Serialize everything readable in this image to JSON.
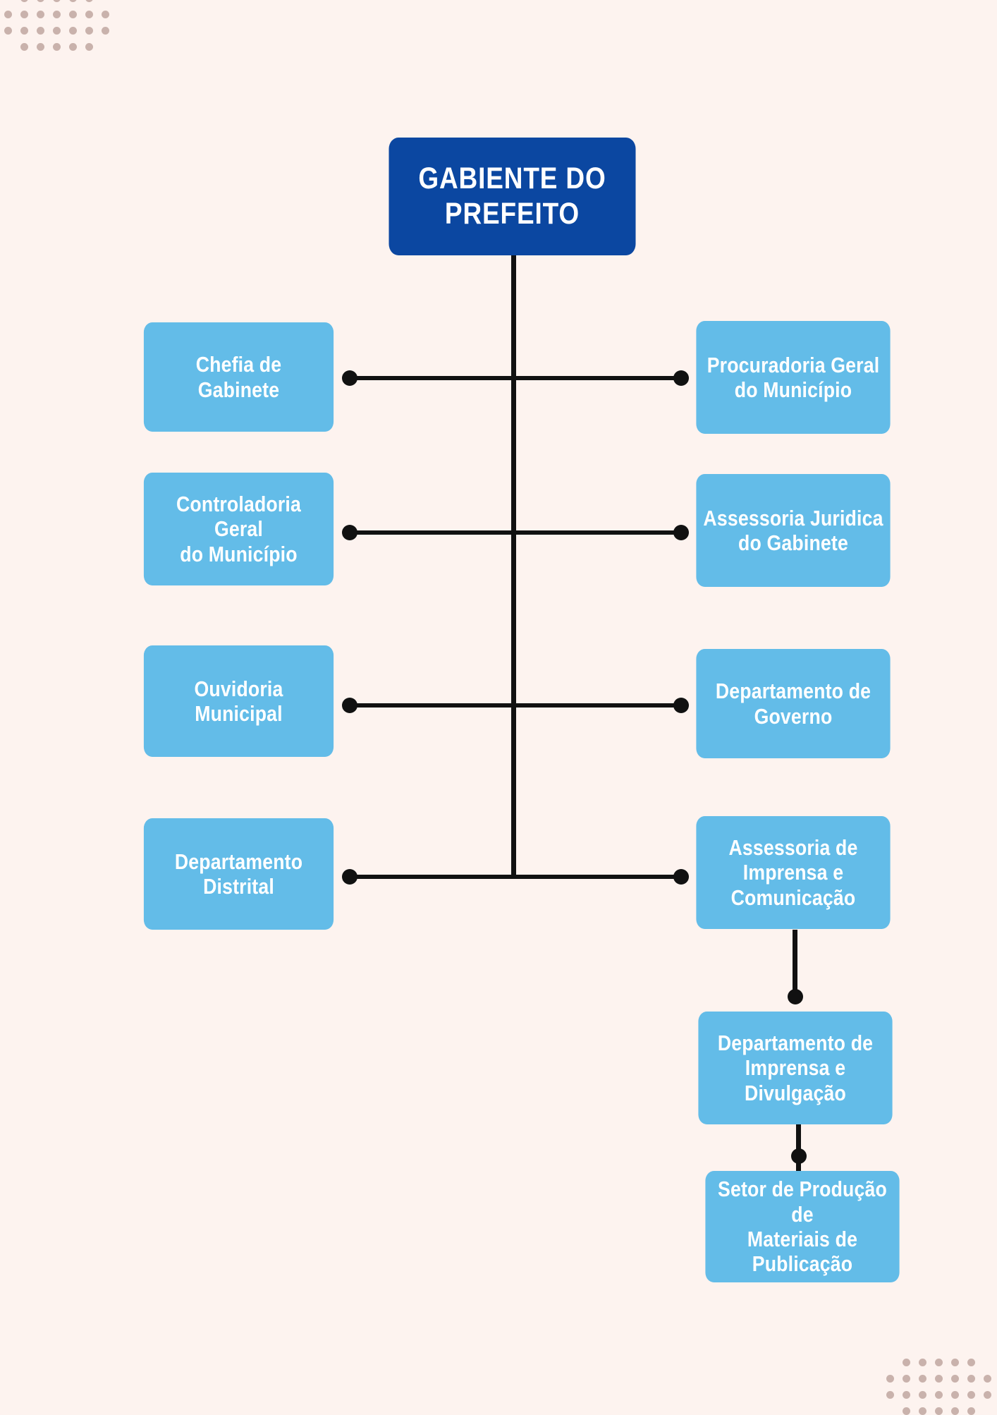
{
  "document": {
    "type": "organizational-chart",
    "language": "pt-BR",
    "background_color": "#FDF3EF",
    "root_color": "#0B47A1",
    "branch_color": "#63BCE8",
    "connector_color": "#111111",
    "dot_color": "#C9B2AC"
  },
  "root": {
    "label": "GABIENTE DO\nPREFEITO"
  },
  "left_column": [
    {
      "label": "Chefia de\nGabinete"
    },
    {
      "label": "Controladoria Geral\ndo Município"
    },
    {
      "label": "Ouvidoria\nMunicipal"
    },
    {
      "label": "Departamento\nDistrital"
    }
  ],
  "right_column": [
    {
      "label": "Procuradoria Geral\ndo Município"
    },
    {
      "label": "Assessoria Juridica\ndo Gabinete"
    },
    {
      "label": "Departamento de\nGoverno"
    },
    {
      "label": "Assessoria de\nImprensa e\nComunicação"
    }
  ],
  "cascade": [
    {
      "label": "Departamento de\nImprensa e\nDivulgação"
    },
    {
      "label": "Setor de Produção de\nMateriais de\nPublicação"
    }
  ]
}
